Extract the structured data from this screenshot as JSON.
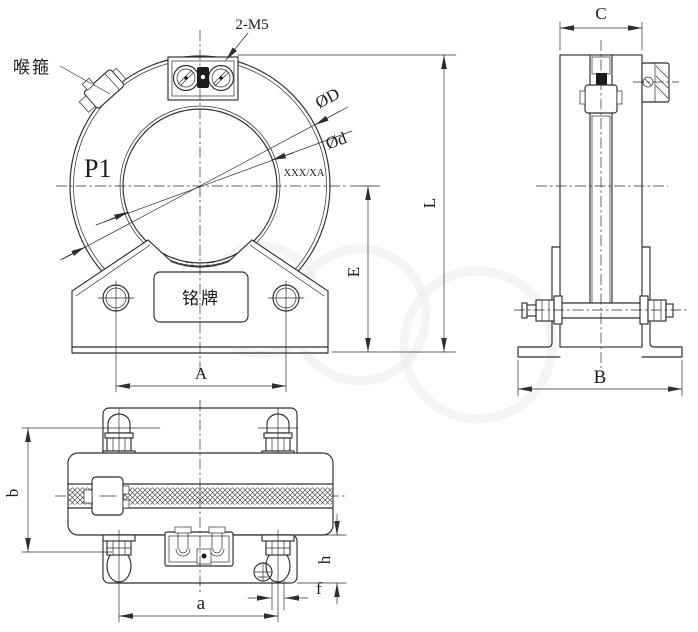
{
  "colors": {
    "line": "#2e2e2e",
    "background": "#ffffff",
    "watermark": "#efede9"
  },
  "front_view": {
    "callouts": {
      "hose_clamp": "喉箍",
      "terminal_screws": "2-M5"
    },
    "labels": {
      "primary_terminal": "P1",
      "rating": "XXX/XA",
      "nameplate": "铭牌"
    },
    "dimensions": {
      "outer_diameter": "ØD",
      "inner_diameter": "Ød",
      "hole_spacing": "A",
      "center_height": "E",
      "overall_height": "L"
    }
  },
  "side_view": {
    "dimensions": {
      "depth": "C",
      "base_width": "B"
    }
  },
  "bottom_view": {
    "dimensions": {
      "bolt_row_spacing": "b",
      "hole_spacing": "a",
      "screw_diameter": "f",
      "plate_offset": "h"
    }
  }
}
